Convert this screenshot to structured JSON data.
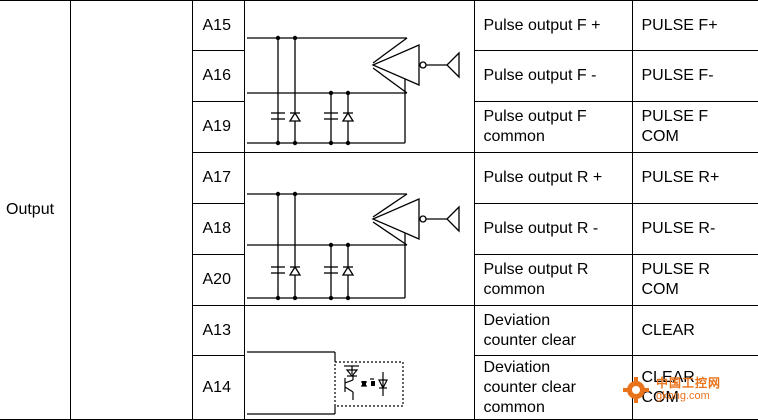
{
  "group_label": "Output",
  "rows": [
    {
      "pin": "A15",
      "signal": "Pulse output F +",
      "abbr": "PULSE F+"
    },
    {
      "pin": "A16",
      "signal": "Pulse output F -",
      "abbr": "PULSE F-"
    },
    {
      "pin": "A19",
      "signal": "Pulse output F\ncommon",
      "abbr": "PULSE F\nCOM"
    },
    {
      "pin": "A17",
      "signal": "Pulse output R +",
      "abbr": "PULSE R+"
    },
    {
      "pin": "A18",
      "signal": "Pulse output R -",
      "abbr": "PULSE R-"
    },
    {
      "pin": "A20",
      "signal": "Pulse output R\ncommon",
      "abbr": "PULSE R\nCOM"
    },
    {
      "pin": "A13",
      "signal": "Deviation\ncounter clear",
      "abbr": "CLEAR"
    },
    {
      "pin": "A14",
      "signal": "Deviation\ncounter clear\ncommon",
      "abbr": "CLEAR\nCOM"
    }
  ],
  "watermark": {
    "brand": "中国工控网",
    "domain": "gkong.com",
    "color": "#e9731b"
  }
}
